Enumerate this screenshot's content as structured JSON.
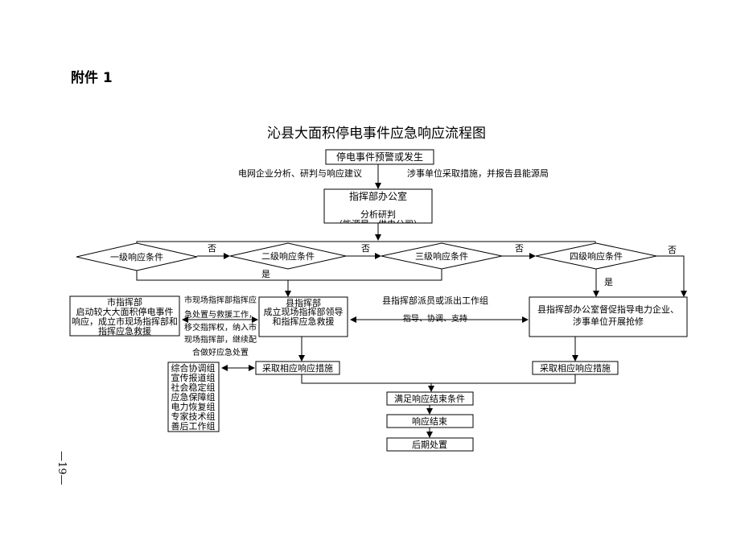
{
  "attachment_label": "附件 1",
  "title": "沁县大面积停电事件应急响应流程图",
  "page_number": "—19—",
  "nodes": {
    "start": "停电事件预警或发生",
    "left_note": "电网企业分析、研判与响应建议",
    "right_note": "涉事单位采取措施，并报告县能源局",
    "hq_office_title": "指挥部办公室",
    "hq_office_sub": "分析研判",
    "hq_office_clipped": "（能源局、供电公司）",
    "cond1": "一级响应条件",
    "cond2": "二级响应条件",
    "cond3": "三级响应条件",
    "cond4": "四级响应条件",
    "no_label": "否",
    "yes_label": "是",
    "city_hq": [
      "市指挥部",
      "启动较大大面积停电事件",
      "响应，成立市现场指挥部和",
      "指挥应急救援"
    ],
    "transfer_note": [
      "市现场指挥部指挥应",
      "急处置与救援工作，",
      "移交指挥权，纳入市",
      "现场指挥部，继续配",
      "合做好应急处置"
    ],
    "county_hq": [
      "县指挥部",
      "成立现场指挥部领导",
      "和指挥应急救援"
    ],
    "dispatch_note": "县指挥部派员或派出工作组",
    "dispatch_note_hidden": "指导、协调、支持",
    "office_supervise": [
      "县指挥部办公室督促指导电力企业、",
      "涉事单位开展抢修"
    ],
    "groups": [
      "综合协调组",
      "宣传报道组",
      "社会稳定组",
      "应急保障组",
      "电力恢复组",
      "专家技术组",
      "善后工作组"
    ],
    "measures_left": "采取相应响应措施",
    "measures_right": "采取相应响应措施",
    "end_cond": "满足响应结束条件",
    "end": "响应结束",
    "aftermath": "后期处置"
  }
}
